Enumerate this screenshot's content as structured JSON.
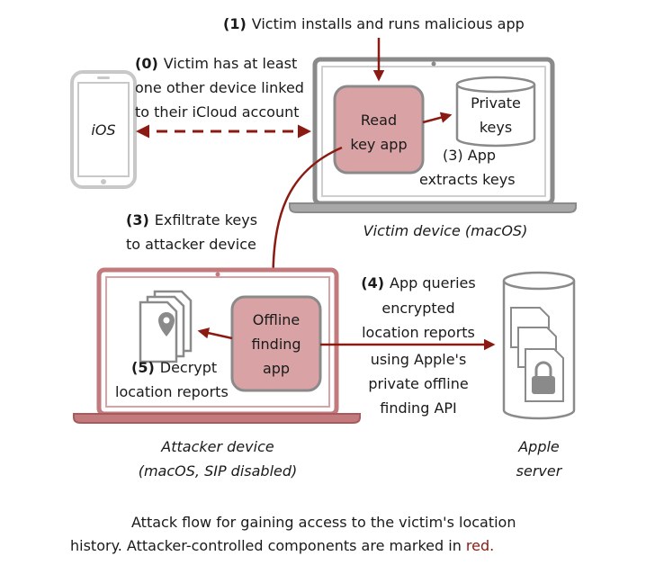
{
  "steps": {
    "s1": {
      "num": "(1)",
      "text": "Victim installs and runs malicious app"
    },
    "s0": {
      "num": "(0)",
      "line1": "Victim has at least",
      "line2": "one other device linked",
      "line3": "to their iCloud account"
    },
    "s3_extract": {
      "line1": "(3) App",
      "line2": "extracts keys"
    },
    "s3_exfil": {
      "line1": "Exfiltrate keys",
      "line2": "to attacker device",
      "num": "(3)"
    },
    "s4": {
      "num": "(4)",
      "line1": "App queries",
      "line2": "encrypted",
      "line3": "location reports",
      "line4": "using Apple's",
      "line5": "private offline",
      "line6": "finding API"
    },
    "s5": {
      "num": "(5)",
      "line1": "Decrypt",
      "line2": "location reports"
    }
  },
  "nodes": {
    "ios": "iOS",
    "read_key_app": {
      "line1": "Read",
      "line2": "key app"
    },
    "private_keys": {
      "line1": "Private",
      "line2": "keys"
    },
    "offline_app": {
      "line1": "Offline",
      "line2": "finding",
      "line3": "app"
    }
  },
  "device_labels": {
    "victim": "Victim device (macOS)",
    "attacker_line1": "Attacker device",
    "attacker_line2": "(macOS, SIP disabled)",
    "apple_line1": "Apple",
    "apple_line2": "server"
  },
  "caption": {
    "line1": "Attack flow for gaining access to the victim's location",
    "line2": "history. Attacker-controlled components are marked in",
    "red_word": "red."
  },
  "colors": {
    "attacker_red": "#8b1a12",
    "node_fill": "#d9a3a5",
    "gray": "#8a8a8a",
    "light_gray": "#cfcfcf"
  },
  "icons": [
    "phone-icon",
    "laptop-icon",
    "database-icon",
    "documents-location-icon",
    "server-icon",
    "lock-icon"
  ]
}
